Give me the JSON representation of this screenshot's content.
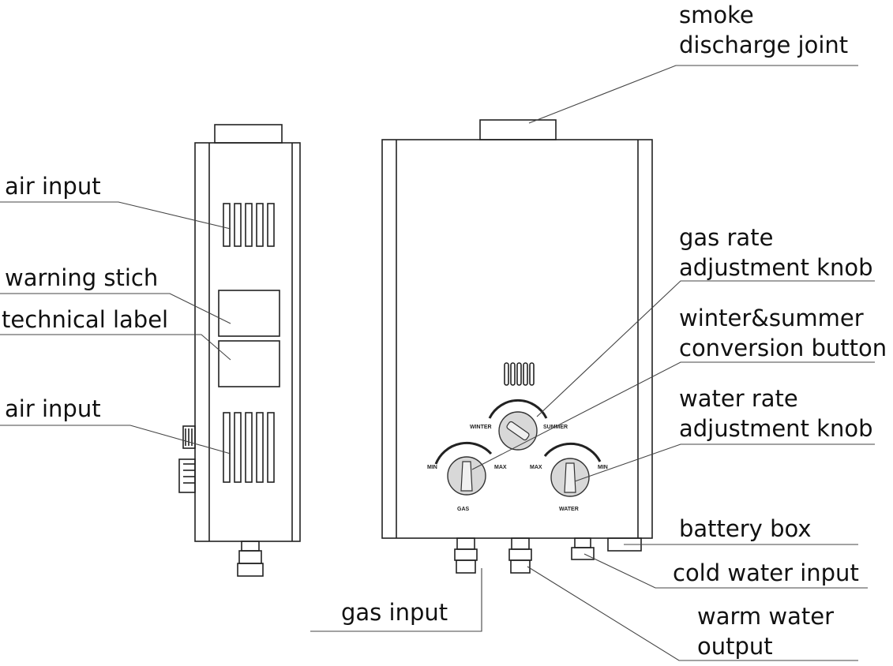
{
  "labels": {
    "smoke": [
      "smoke",
      "discharge joint"
    ],
    "air_input_top": "air input",
    "warning": "warning stich",
    "technical": "technical label",
    "air_input_bottom": "air input",
    "gas_rate": [
      "gas rate",
      "adjustment knob"
    ],
    "winter_summer": [
      "winter&summer",
      "conversion button"
    ],
    "water_rate": [
      "water  rate",
      "adjustment knob"
    ],
    "battery": "battery box",
    "cold_water": "cold  water input",
    "gas_input": "gas input",
    "warm_water": [
      "warm  water",
      "output"
    ]
  },
  "panel": {
    "winter": "WINTER",
    "summer": "SUMMER",
    "gas_min": "MIN",
    "gas_max": "MAX",
    "gas": "GAS",
    "water_max": "MAX",
    "water_min": "MIN",
    "water": "WATER"
  },
  "colors": {
    "line": "#222222",
    "leader": "#444444",
    "knob": "#d8d8d8"
  }
}
